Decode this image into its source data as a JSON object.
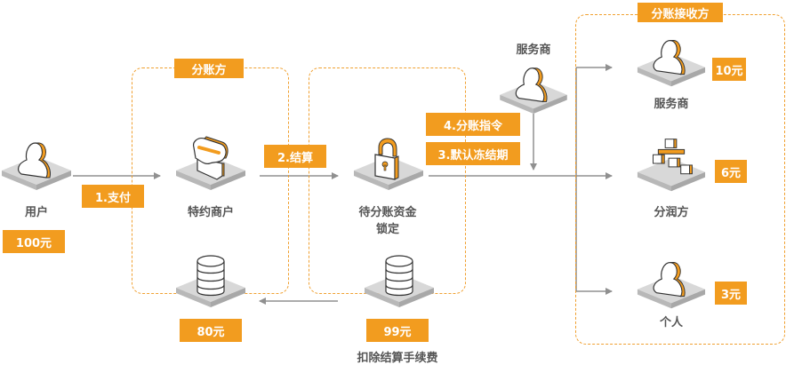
{
  "colors": {
    "accent": "#f29c1f",
    "line": "#909090",
    "dash": "#f0a030",
    "text": "#555555"
  },
  "groups": {
    "payer_group": "分账方",
    "locked_group": "",
    "receivers_group": "分账接收方"
  },
  "nodes": {
    "user": {
      "label": "用户",
      "amount": "100元",
      "icon": "user-icon"
    },
    "merchant": {
      "label": "特约商户",
      "icon": "store-icon"
    },
    "locked_funds": {
      "label_line1": "待分账资金",
      "label_line2": "锁定",
      "icon": "lock-icon"
    },
    "service_provider_top": {
      "label": "服务商",
      "icon": "user-icon"
    },
    "merchant_db": {
      "amount": "80元",
      "icon": "database-icon"
    },
    "fee_db": {
      "amount": "99元",
      "label": "扣除结算手续费",
      "icon": "database-icon"
    },
    "receiver_service_provider": {
      "label": "服务商",
      "amount": "10元",
      "icon": "user-icon"
    },
    "receiver_profit_party": {
      "label": "分润方",
      "amount": "6元",
      "icon": "org-chart-icon"
    },
    "receiver_individual": {
      "label": "个人",
      "amount": "3元",
      "icon": "user-icon"
    }
  },
  "steps": {
    "pay": "1.支付",
    "settle": "2.结算",
    "default_freeze": "3.默认冻结期",
    "split_command": "4.分账指令"
  }
}
